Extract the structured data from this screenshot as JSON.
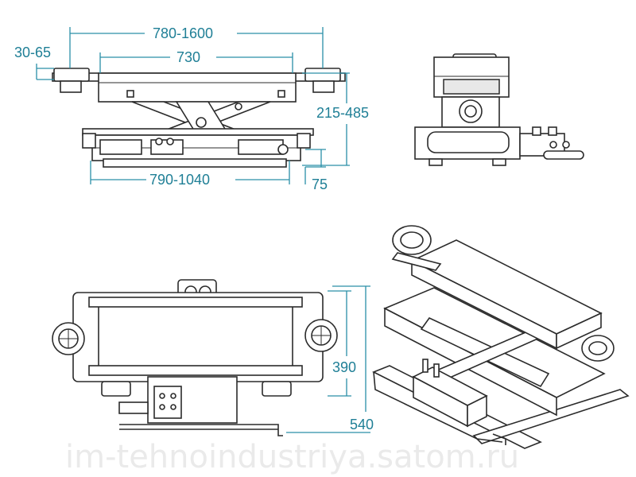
{
  "dimensions": {
    "pad_height": "30-65",
    "extended_width": "780-1600",
    "platform_width": "730",
    "lift_height": "215-485",
    "base_length": "790-1040",
    "base_height": "75",
    "frame_width": "390",
    "overall_width": "540"
  },
  "watermark": "im-tehnoindustriya.satom.ru",
  "colors": {
    "dimension": "#2a8fa8",
    "outline": "#2b2b2b",
    "watermark": "#d9d9d9"
  }
}
